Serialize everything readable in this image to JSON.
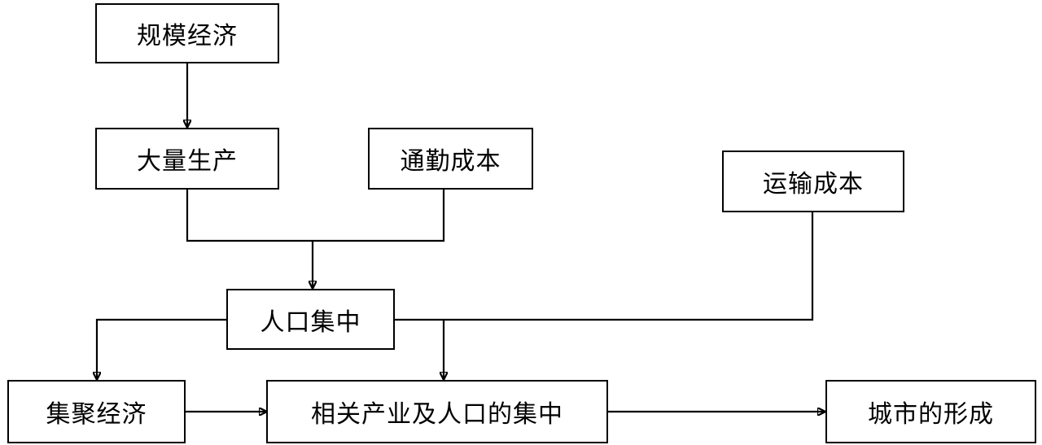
{
  "nodes": {
    "scale_economy": "规模经济",
    "mass_production": "大量生产",
    "commuting_cost": "通勤成本",
    "transport_cost": "运输成本",
    "population_concentration": "人口集中",
    "agglomeration_economy": "集聚经济",
    "industry_population_concentration": "相关产业及人口的集中",
    "city_formation": "城市的形成"
  }
}
